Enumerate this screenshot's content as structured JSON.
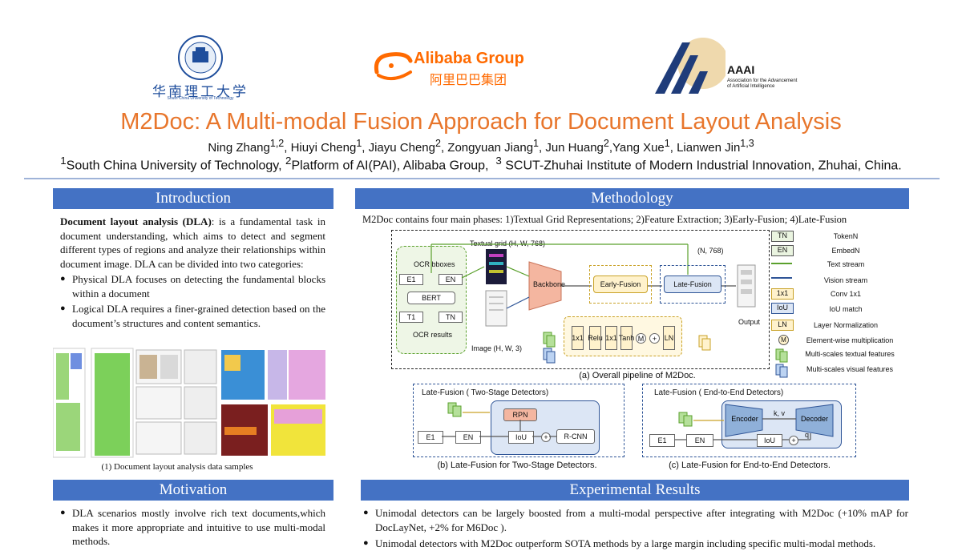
{
  "logos": {
    "scut_text": "华南理工大学",
    "scut_caption": "South China University of Technology",
    "alibaba_name": "Alibaba Group",
    "alibaba_cn": "阿里巴巴集团",
    "aaai_name": "AAAI",
    "aaai_sub": "Association for the Advancement of Artificial Intelligence"
  },
  "title": "M2Doc: A Multi-modal Fusion Approach for Document Layout Analysis",
  "authors": "Ning Zhang1,2, Hiuyi Cheng1, Jiayu Cheng2, Zongyuan Jiang1, Jun Huang2,Yang Xue1, Lianwen Jin1,3",
  "affiliations": "1South China University of Technology, 2Platform of AI(PAI), Alibaba Group, 3 SCUT-Zhuhai Institute of Modern Industrial Innovation, Zhuhai, China.",
  "introduction": {
    "heading": "Introduction",
    "term": "Document layout analysis (DLA)",
    "body": ": is a fundamental task in document understanding, which aims to detect and segment different types of regions and analyze their relationships within document image. DLA can be divided into two categories:",
    "bullets": [
      "Physical DLA focuses on detecting the fundamental blocks within a document",
      "Logical DLA requires a finer-grained detection based on the document’s structures and content semantics."
    ],
    "figure_caption": "(1) Document layout analysis data samples"
  },
  "methodology": {
    "heading": "Methodology",
    "intro": "M2Doc contains four main phases: 1)Textual Grid Representations; 2)Feature Extraction; 3)Early-Fusion; 4)Late-Fusion",
    "pipeline": {
      "textual_grid": "Textual grid (H, W, 768)",
      "ocr_bboxes": "OCR bboxes",
      "e1": "E1",
      "en": "EN",
      "bert": "BERT",
      "t1": "T1",
      "tn": "TN",
      "ocr_results": "OCR results",
      "image": "Image (H, W, 3)",
      "backbone": "Backbone",
      "early_fusion": "Early-Fusion",
      "late_fusion": "Late-Fusion",
      "n768": "(N, 768)",
      "output": "Output",
      "conv1": "1x1",
      "relu": "Relu",
      "conv2": "1x1",
      "tanh": "Tanh",
      "m": "M",
      "plus": "+",
      "ln": "LN",
      "caption": "(a) Overall pipeline of M2Doc."
    },
    "legend": [
      {
        "key": "TN",
        "text": "TokenN"
      },
      {
        "key": "EN",
        "text": "EmbedN"
      },
      {
        "key": "",
        "text": "Text stream"
      },
      {
        "key": "",
        "text": "Vision stream"
      },
      {
        "key": "1x1",
        "text": "Conv 1x1"
      },
      {
        "key": "IoU",
        "text": "IoU match"
      },
      {
        "key": "LN",
        "text": "Layer Normalization"
      },
      {
        "key": "M",
        "text": "Element-wise multiplication"
      },
      {
        "key": "",
        "text": "Multi-scales textual features"
      },
      {
        "key": "",
        "text": "Multi-scales visual features"
      }
    ],
    "two_stage": {
      "title": "Late-Fusion ( Two-Stage Detectors)",
      "rpn": "RPN",
      "e1": "E1",
      "en": "EN",
      "iou": "IoU",
      "plus": "+",
      "rcnn": "R-CNN",
      "caption": "(b) Late-Fusion for Two-Stage Detectors."
    },
    "end_to_end": {
      "title": "Late-Fusion ( End-to-End Detectors)",
      "encoder": "Encoder",
      "decoder": "Decoder",
      "kv": "k, v",
      "q": "q",
      "e1": "E1",
      "en": "EN",
      "iou": "IoU",
      "plus": "+",
      "caption": "(c) Late-Fusion for End-to-End Detectors."
    }
  },
  "motivation": {
    "heading": "Motivation",
    "bullets": [
      "DLA scenarios mostly involve rich text documents,which makes it more appropriate and intuitive to use multi-modal methods."
    ]
  },
  "results": {
    "heading": "Experimental Results",
    "bullets": [
      "Unimodal detectors can be largely boosted from a multi-modal perspective after integrating with M2Doc (+10% mAP for DocLayNet, +2% for M6Doc ).",
      "Unimodal detectors with M2Doc outperform SOTA methods by a large margin including specific multi-modal methods."
    ]
  },
  "colors": {
    "accent": "#e8762c",
    "section": "#4472c4",
    "green": "#5aa02c",
    "blue_dash": "#2f5597",
    "orange_fill": "#f4b6a0",
    "yellow_fill": "#fff2cc"
  }
}
